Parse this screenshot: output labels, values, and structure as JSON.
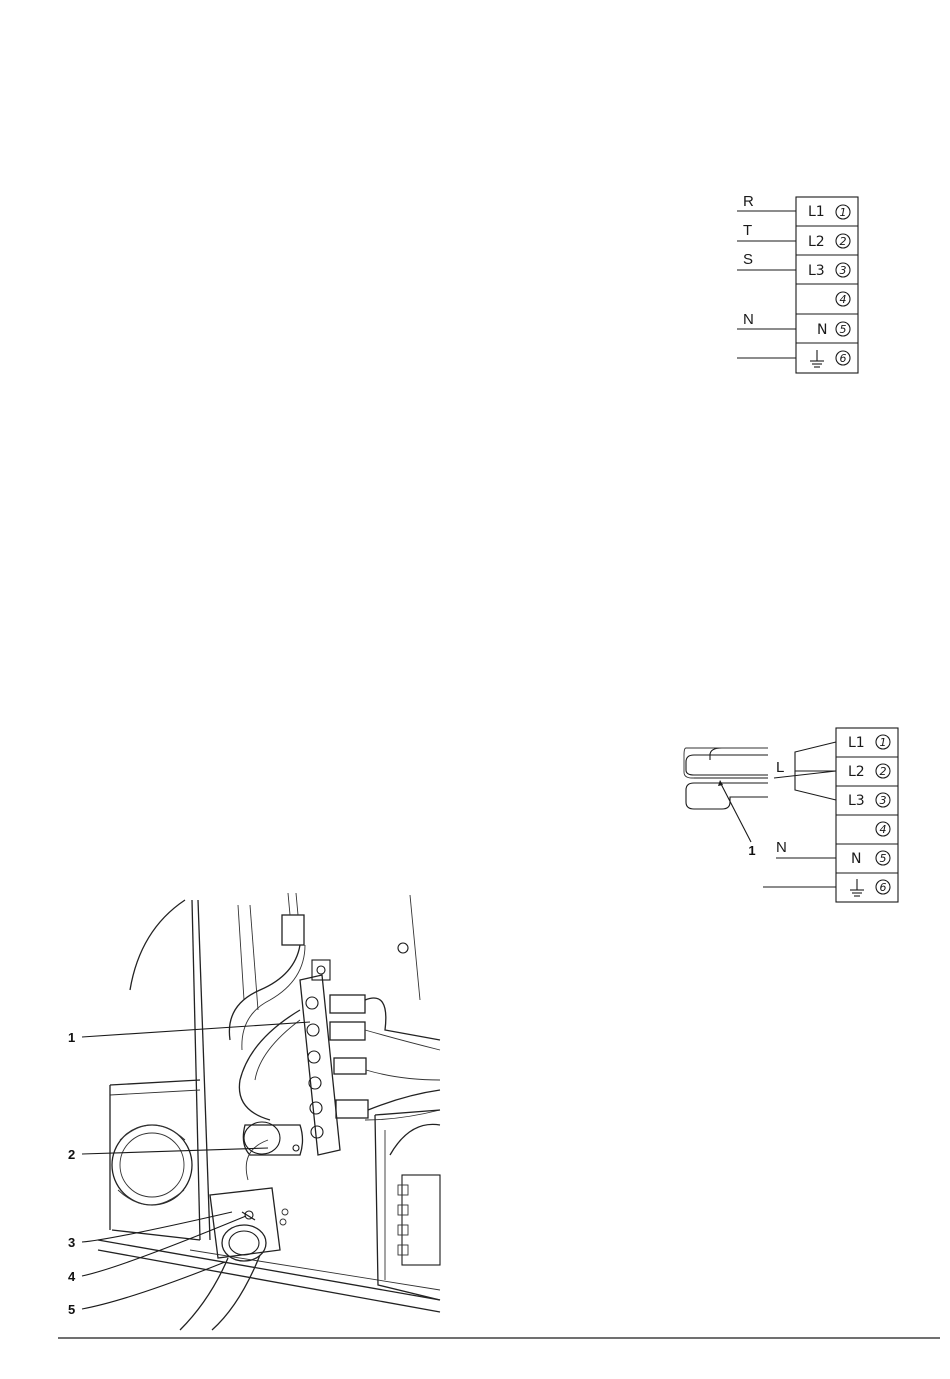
{
  "diagram_three_phase": {
    "wires": [
      "R",
      "T",
      "S",
      "N"
    ],
    "terminals": [
      {
        "label": "L1",
        "num": "1"
      },
      {
        "label": "L2",
        "num": "2"
      },
      {
        "label": "L3",
        "num": "3"
      },
      {
        "label": "",
        "num": "4"
      },
      {
        "label": "N",
        "num": "5"
      },
      {
        "label": "",
        "num": "6"
      }
    ]
  },
  "diagram_single_phase": {
    "wires": [
      "L",
      "N"
    ],
    "bridge_callout": "1",
    "terminals": [
      {
        "label": "L1",
        "num": "1"
      },
      {
        "label": "L2",
        "num": "2"
      },
      {
        "label": "L3",
        "num": "3"
      },
      {
        "label": "",
        "num": "4"
      },
      {
        "label": "N",
        "num": "5"
      },
      {
        "label": "",
        "num": "6"
      }
    ]
  },
  "photo_callouts": [
    "1",
    "2",
    "3",
    "4",
    "5"
  ]
}
